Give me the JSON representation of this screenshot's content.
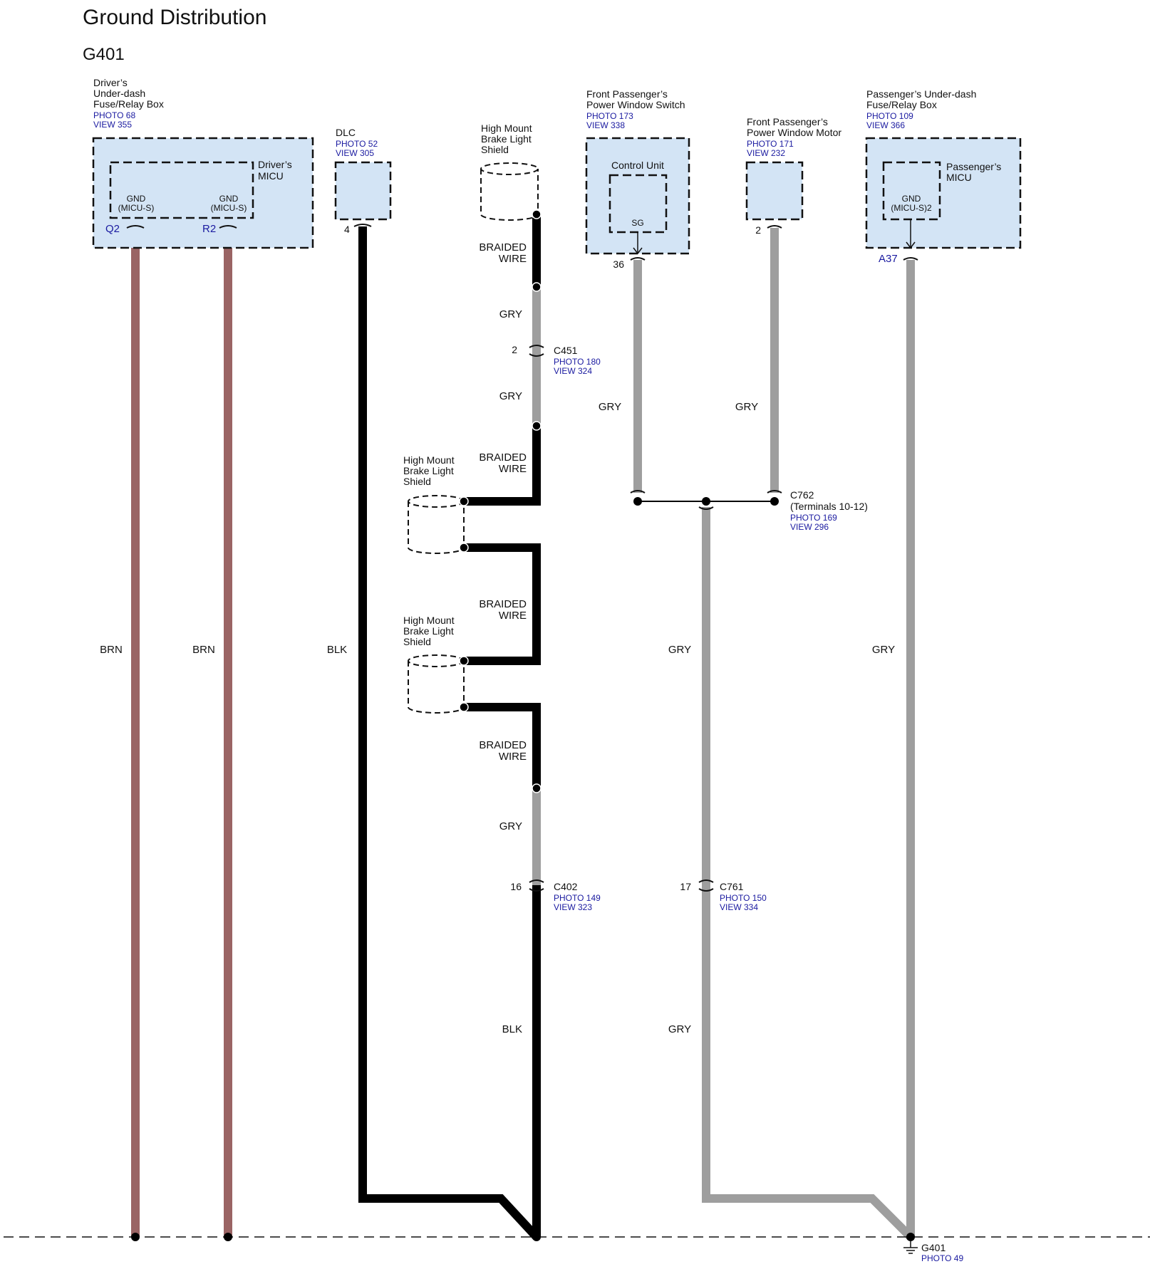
{
  "header": {
    "title": "Ground Distribution",
    "subtitle": "G401"
  },
  "components": {
    "driver_box": {
      "l1": "Driver’s",
      "l2": "Under-dash",
      "l3": "Fuse/Relay Box",
      "photo": "PHOTO 68",
      "view": "VIEW 355"
    },
    "driver_micu": {
      "l1": "Driver’s",
      "l2": "MICU"
    },
    "gnd_q2": {
      "l1": "GND",
      "l2": "(MICU-S)"
    },
    "gnd_r2": {
      "l1": "GND",
      "l2": "(MICU-S)"
    },
    "dlc": {
      "name": "DLC",
      "photo": "PHOTO 52",
      "view": "VIEW 305"
    },
    "shield1": {
      "l1": "High Mount",
      "l2": "Brake Light",
      "l3": "Shield"
    },
    "shield2": {
      "l1": "High Mount",
      "l2": "Brake Light",
      "l3": "Shield"
    },
    "shield3": {
      "l1": "High Mount",
      "l2": "Brake Light",
      "l3": "Shield"
    },
    "fp_switch": {
      "l1": "Front Passenger’s",
      "l2": "Power Window Switch",
      "photo": "PHOTO 173",
      "view": "VIEW 338"
    },
    "control_unit": {
      "name": "Control Unit",
      "pin": "SG"
    },
    "fp_motor": {
      "l1": "Front Passenger’s",
      "l2": "Power Window Motor",
      "photo": "PHOTO 171",
      "view": "VIEW 232"
    },
    "pass_box": {
      "l1": "Passenger’s Under-dash",
      "l2": "Fuse/Relay Box",
      "photo": "PHOTO 109",
      "view": "VIEW 366"
    },
    "pass_micu": {
      "l1": "Passenger’s",
      "l2": "MICU"
    },
    "gnd_a37": {
      "l1": "GND",
      "l2": "(MICU-S)2"
    }
  },
  "pins": {
    "q2": "Q2",
    "r2": "R2",
    "dlc": "4",
    "c451": "2",
    "sw": "36",
    "motor": "2",
    "a37": "A37",
    "c402": "16",
    "c761": "17"
  },
  "connectors": {
    "c451": {
      "name": "C451",
      "photo": "PHOTO 180",
      "view": "VIEW 324"
    },
    "c762": {
      "name": "C762",
      "sub": "(Terminals 10-12)",
      "photo": "PHOTO 169",
      "view": "VIEW 296"
    },
    "c402": {
      "name": "C402",
      "photo": "PHOTO 149",
      "view": "VIEW 323"
    },
    "c761": {
      "name": "C761",
      "photo": "PHOTO 150",
      "view": "VIEW 334"
    }
  },
  "ground": {
    "name": "G401",
    "photo": "PHOTO 49"
  },
  "wire_labels": {
    "brn1": "BRN",
    "brn2": "BRN",
    "blk_dlc": "BLK",
    "braided1_a": "BRAIDED",
    "braided1_b": "WIRE",
    "gry_top1": "GRY",
    "gry_top2": "GRY",
    "braided2_a": "BRAIDED",
    "braided2_b": "WIRE",
    "braided3_a": "BRAIDED",
    "braided3_b": "WIRE",
    "braided4_a": "BRAIDED",
    "braided4_b": "WIRE",
    "gry_bot": "GRY",
    "blk_bot": "BLK",
    "gry_sw": "GRY",
    "gry_motor": "GRY",
    "gry_mid": "GRY",
    "gry_mid2": "GRY",
    "gry_pass": "GRY"
  },
  "colors": {
    "brn": "#9a6464",
    "blk": "#000000",
    "gry": "#9e9e9e",
    "box_fill": "#d3e4f5",
    "link": "#1a1aa0"
  }
}
